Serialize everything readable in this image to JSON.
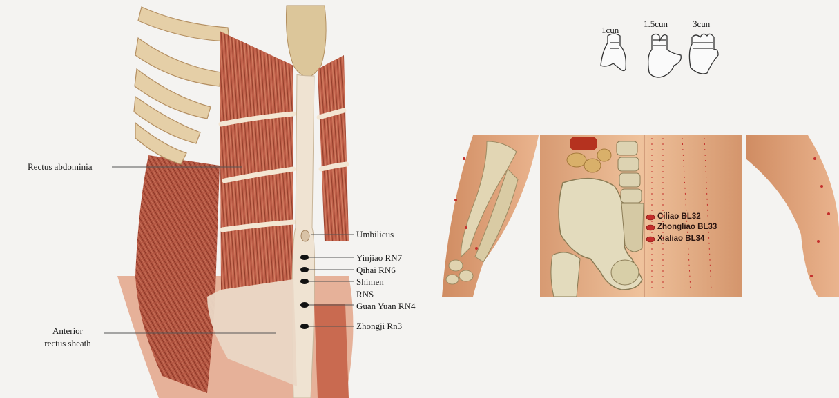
{
  "abdomen": {
    "labels": {
      "rectus_abdominis": "Rectus abdominia",
      "anterior_sheath_line1": "Anterior",
      "anterior_sheath_line2": "rectus sheath",
      "umbilicus": "Umbilicus",
      "yinjiao": "Yinjiao RN7",
      "qihai": "Qihai RN6",
      "shimen": "Shimen",
      "rns": "RNS",
      "guanyuan": "Guan Yuan RN4",
      "zhongji": "Zhongji Rn3"
    }
  },
  "cun_scale": {
    "one": "1cun",
    "one_and_half": "1.5cun",
    "three": "3cun"
  },
  "back": {
    "points": {
      "ciliao": "Ciliao BL32",
      "zhongliao": "Zhongliao BL33",
      "xialiao": "Xialiao BL34"
    }
  },
  "colors": {
    "muscle": "#b85840",
    "muscle_dark": "#8e3a27",
    "tendon": "#ecdcc8",
    "bone": "#e2d6b4",
    "skin": "#e7b087",
    "acupoint_black": "#111111",
    "acupoint_red": "#c42e2b"
  }
}
